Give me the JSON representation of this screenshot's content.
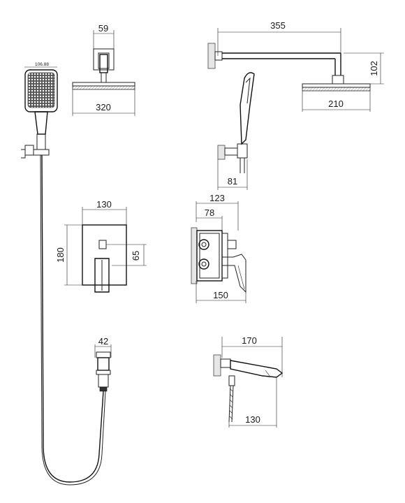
{
  "diagram": {
    "dimensions": {
      "headshower_top_width": "59",
      "headshower_plate_width": "320",
      "handshower_head_width": "106.88",
      "arm_length": "355",
      "arm_drop_height": "102",
      "headshower_side_width": "210",
      "holder_depth": "81",
      "valve_plate_width": "130",
      "valve_plate_height": "180",
      "diverter_offset": "65",
      "valve_box_width": "123",
      "valve_box_depth": "78",
      "valve_total_depth": "150",
      "hose_connector_width": "42",
      "spout_length": "170",
      "spout_base_length": "130"
    }
  }
}
